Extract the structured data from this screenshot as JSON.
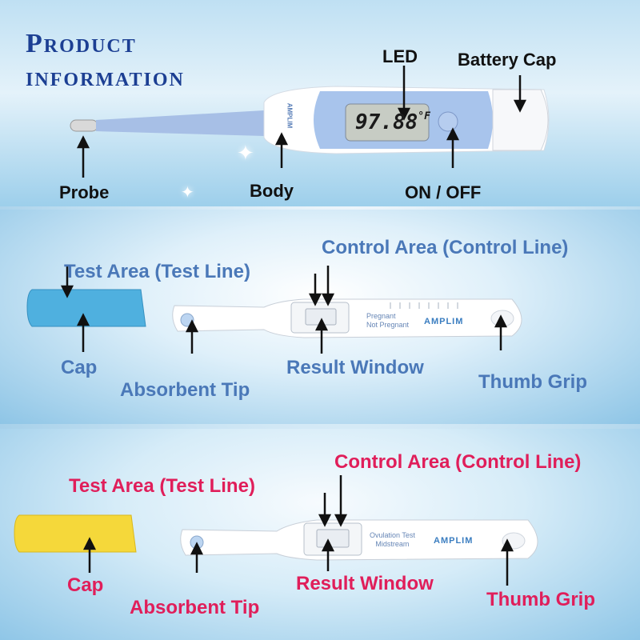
{
  "title_lines": [
    "Product",
    "information"
  ],
  "thermometer": {
    "display": "97.88",
    "unit": "°F",
    "brand": "AMPLIM",
    "labels": {
      "led": "LED",
      "battery_cap": "Battery Cap",
      "probe": "Probe",
      "body": "Body",
      "on_off": "ON / OFF"
    }
  },
  "pregnancy_test": {
    "labels": {
      "control_area": "Control Area (Control Line)",
      "test_area": "Test Area (Test Line)",
      "cap": "Cap",
      "absorbent_tip": "Absorbent Tip",
      "result_window": "Result Window",
      "thumb_grip": "Thumb Grip"
    },
    "device_text": {
      "line1": "Pregnant",
      "line2": "Not Pregnant",
      "brand": "AMPLIM"
    },
    "cap_color": "#4fb0df"
  },
  "ovulation_test": {
    "labels": {
      "control_area": "Control Area (Control Line)",
      "test_area": "Test Area (Test Line)",
      "cap": "Cap",
      "absorbent_tip": "Absorbent Tip",
      "result_window": "Result Window",
      "thumb_grip": "Thumb Grip"
    },
    "device_text": {
      "line1": "Ovulation Test",
      "line2": "Midstream",
      "brand": "AMPLIM"
    },
    "cap_color": "#f5d83a"
  },
  "colors": {
    "title": "#1c3f93",
    "blue_label": "#4a78b8",
    "red_label": "#e01e5a"
  }
}
